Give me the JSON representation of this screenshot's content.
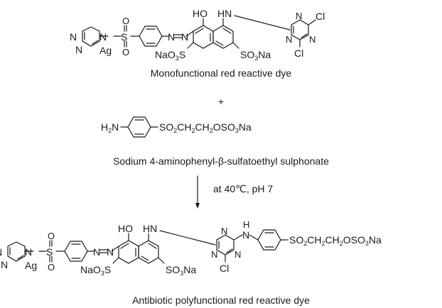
{
  "scheme": {
    "dye1": {
      "label_ho": "HO",
      "label_hn": "HN",
      "label_cl": "Cl",
      "label_n": "N",
      "label_s": "S",
      "label_o": "O",
      "label_ag": "Ag",
      "label_n2": "N",
      "label_so3_left": "NaO",
      "label_so3_left_sub": "3",
      "label_so3_left_s": "S",
      "label_so3_right_s": "SO",
      "label_so3_right_sub": "3",
      "label_so3_right_na": "Na"
    },
    "caption_1": "Monofunctional red reactive dye",
    "plus": "+",
    "reagent": {
      "h2n": "H",
      "h2n_sub": "2",
      "h2n_n": "N",
      "chain": [
        {
          "t": "SO",
          "s": "2"
        },
        {
          "t": "CH",
          "s": "2"
        },
        {
          "t": "CH",
          "s": "2"
        },
        {
          "t": "OSO",
          "s": "3"
        },
        {
          "t": "Na",
          "s": ""
        }
      ]
    },
    "caption_2": "Sodium  4-aminophenyl-β-sulfatoethyl sulphonate",
    "conditions": "at 40℃, pH 7",
    "product": {
      "label_h": "H",
      "label_n": "N",
      "chain": [
        {
          "t": "SO",
          "s": "2"
        },
        {
          "t": "CH",
          "s": "2"
        },
        {
          "t": "CH",
          "s": "2"
        },
        {
          "t": "OSO",
          "s": "3"
        },
        {
          "t": "Na",
          "s": ""
        }
      ]
    },
    "caption_3": "Antibiotic polyfunctional red reactive dye"
  }
}
